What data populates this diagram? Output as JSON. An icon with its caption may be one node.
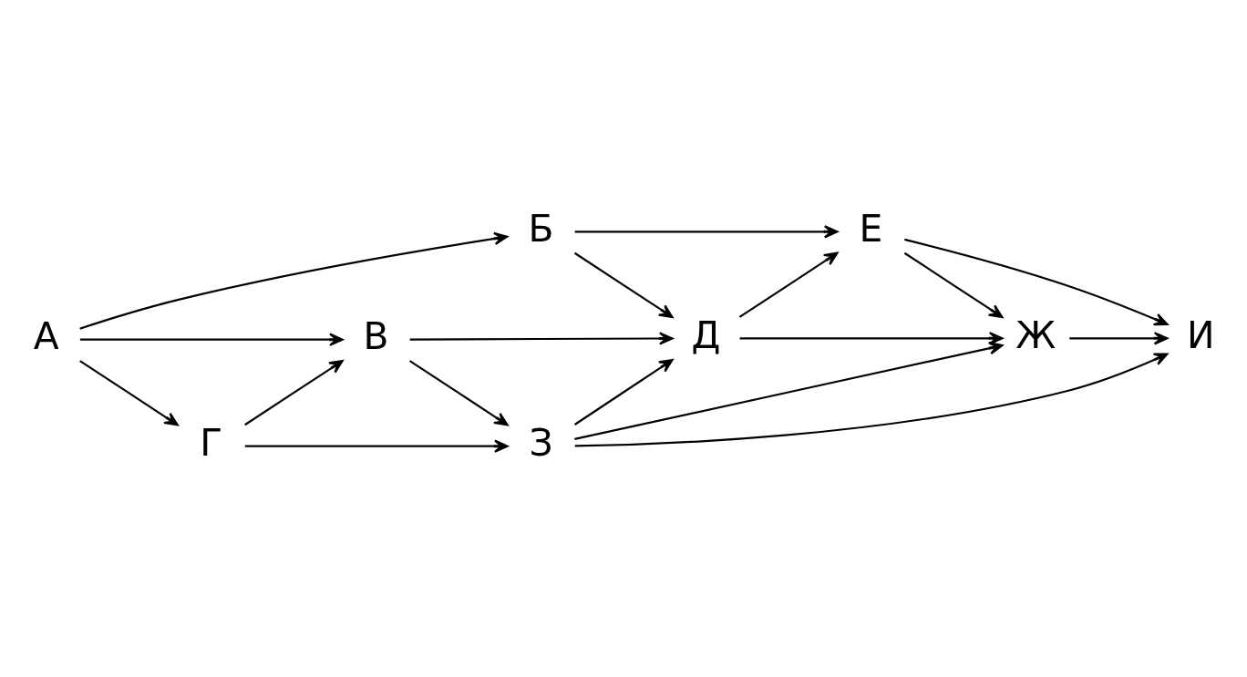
{
  "diagram": {
    "nodes": [
      {
        "text": [
          "А"
        ]
      },
      {
        "text": [
          "Б"
        ]
      },
      {
        "text": [
          "В"
        ]
      },
      {
        "text": [
          "Г"
        ]
      },
      {
        "text": [
          "Д"
        ]
      },
      {
        "text": [
          "Е"
        ]
      },
      {
        "text": [
          "Ж"
        ]
      },
      {
        "text": [
          "З"
        ]
      },
      {
        "text": [
          "И"
        ]
      }
    ],
    "edges": [
      {
        "from": 0,
        "to": 1,
        "arrow": "to"
      },
      {
        "from": 0,
        "to": 2,
        "arrow": "to"
      },
      {
        "from": 0,
        "to": 3,
        "arrow": "to"
      },
      {
        "from": 1,
        "to": 5,
        "arrow": "to"
      },
      {
        "from": 1,
        "to": 4,
        "arrow": "to"
      },
      {
        "from": 2,
        "to": 4,
        "arrow": "to"
      },
      {
        "from": 2,
        "to": 7,
        "arrow": "to"
      },
      {
        "from": 3,
        "to": 2,
        "arrow": "to"
      },
      {
        "from": 3,
        "to": 7,
        "arrow": "to"
      },
      {
        "from": 4,
        "to": 5,
        "arrow": "to"
      },
      {
        "from": 4,
        "to": 6,
        "arrow": "to"
      },
      {
        "from": 7,
        "to": 4,
        "arrow": "to"
      },
      {
        "from": 7,
        "to": 6,
        "arrow": "to"
      },
      {
        "from": 7,
        "to": 8,
        "arrow": "to"
      },
      {
        "from": 5,
        "to": 6,
        "arrow": "to"
      },
      {
        "from": 5,
        "to": 8,
        "arrow": "to"
      },
      {
        "from": 6,
        "to": 8,
        "arrow": "to"
      }
    ]
  }
}
